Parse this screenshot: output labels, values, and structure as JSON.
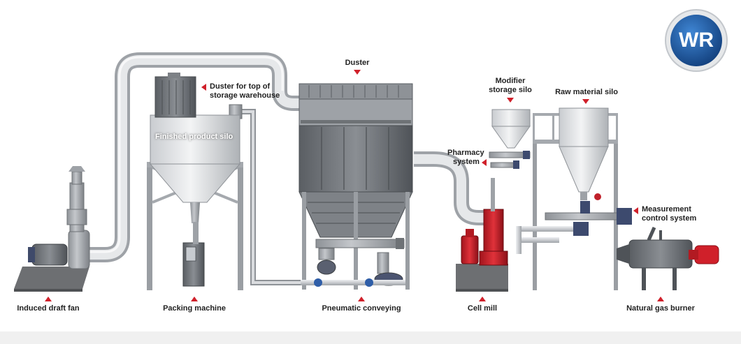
{
  "logo": {
    "text": "WR"
  },
  "labels": {
    "induced_draft_fan": "Induced draft fan",
    "packing_machine": "Packing machine",
    "pneumatic_conveying": "Pneumatic conveying",
    "cell_mill": "Cell mill",
    "natural_gas_burner": "Natural gas burner",
    "duster": "Duster",
    "duster_top_line1": "Duster for top of",
    "duster_top_line2": "storage warehouse",
    "finished_product_silo": "Finished product silo",
    "modifier_line1": "Modifier",
    "modifier_line2": "storage silo",
    "raw_material_silo": "Raw material silo",
    "pharmacy_line1": "Pharmacy",
    "pharmacy_line2": "system",
    "measurement_line1": "Measurement",
    "measurement_line2": "control system"
  },
  "colors": {
    "accent_red": "#d0202a",
    "steel": "#b9bcc0",
    "dark_steel": "#6e7276",
    "logo_blue": "#1f5fa8"
  }
}
